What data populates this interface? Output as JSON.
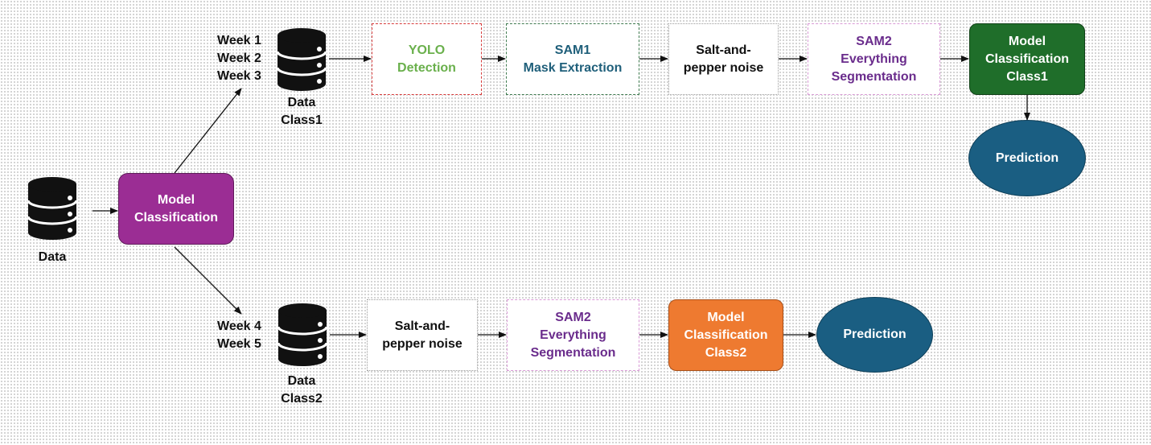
{
  "input": {
    "label": "Data"
  },
  "classifier": {
    "line1": "Model",
    "line2": "Classification"
  },
  "class1": {
    "weeks": [
      "Week 1",
      "Week 2",
      "Week 3"
    ],
    "db_label_1": "Data",
    "db_label_2": "Class1",
    "yolo": {
      "line1": "YOLO",
      "line2": "Detection"
    },
    "sam1": {
      "line1": "SAM1",
      "line2": "Mask Extraction"
    },
    "noise": {
      "line1": "Salt-and-",
      "line2": "pepper noise"
    },
    "sam2": {
      "line1": "SAM2",
      "line2": "Everything",
      "line3": "Segmentation"
    },
    "model": {
      "line1": "Model",
      "line2": "Classification",
      "line3": "Class1"
    },
    "prediction": "Prediction"
  },
  "class2": {
    "weeks": [
      "Week 4",
      "Week 5"
    ],
    "db_label_1": "Data",
    "db_label_2": "Class2",
    "noise": {
      "line1": "Salt-and-",
      "line2": "pepper noise"
    },
    "sam2": {
      "line1": "SAM2",
      "line2": "Everything",
      "line3": "Segmentation"
    },
    "model": {
      "line1": "Model",
      "line2": "Classification",
      "line3": "Class2"
    },
    "prediction": "Prediction"
  },
  "colors": {
    "classifier_fill": "#9b2d94",
    "yolo_text": "#6ab04c",
    "yolo_border": "#d63a3a",
    "sam1_text": "#1f5f7a",
    "sam1_border": "#3f7a4f",
    "sam2_text": "#6a2c8c",
    "sam2_border": "#d99ad6",
    "model1_fill": "#1f6e2a",
    "model2_fill": "#ee7a30",
    "prediction_fill": "#1a5e82"
  }
}
